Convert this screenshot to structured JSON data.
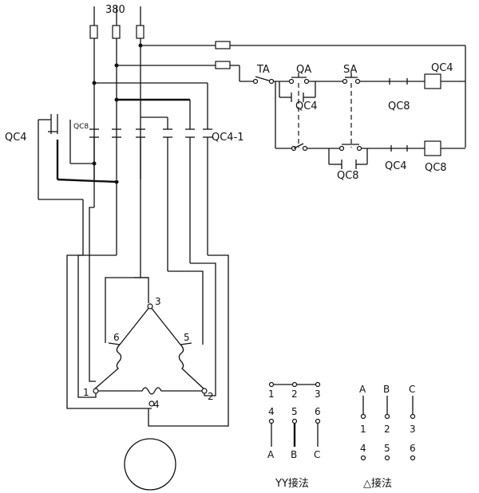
{
  "supply": {
    "voltage_label": "380"
  },
  "contactors": {
    "qc4_left": "QC4",
    "qc8_small": "QC8",
    "qc4_1": "QC4-1"
  },
  "control": {
    "ta": "TA",
    "qa": "QA",
    "sa": "SA",
    "qc4_coil": "QC4",
    "qc8_coil": "QC8",
    "qc4_under_qa": "QC4",
    "qc8_contact_top": "QC8",
    "qc8_under_sa": "QC8",
    "qc4_contact_bottom": "QC4"
  },
  "motor_terminals": {
    "t1": "1",
    "t2": "2",
    "t3": "3",
    "t4": "4",
    "t5": "5",
    "t6": "6"
  },
  "yy_diagram": {
    "top": [
      "1",
      "2",
      "3"
    ],
    "mid": [
      "4",
      "5",
      "6"
    ],
    "bottom": [
      "A",
      "B",
      "C"
    ],
    "caption": "YY接法"
  },
  "delta_diagram": {
    "top": [
      "A",
      "B",
      "C"
    ],
    "mid": [
      "1",
      "2",
      "3"
    ],
    "bottom": [
      "4",
      "5",
      "6"
    ],
    "caption": "△接法"
  }
}
